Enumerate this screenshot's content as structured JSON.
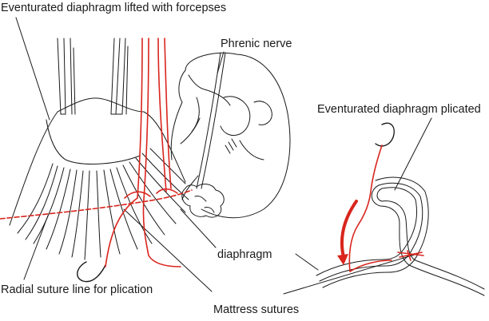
{
  "labels": {
    "top_left": "Eventurated diaphragm lifted with forcepses",
    "phrenic": "Phrenic nerve",
    "plicated": "Eventurated diaphragm plicated",
    "diaphragm": "diaphragm",
    "radial": "Radial suture line for plication",
    "mattress": "Mattress sutures"
  },
  "colors": {
    "ink": "#1a1a1a",
    "suture": "#d9251d"
  }
}
